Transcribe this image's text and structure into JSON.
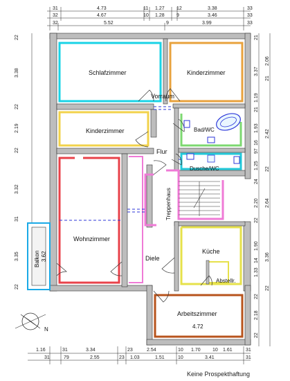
{
  "rooms": {
    "schlafzimmer": "Schlafzimmer",
    "kinderzimmer_1": "Kinderzimmer",
    "vorraum": "Vorraum",
    "kinderzimmer_2": "Kinderzimmer",
    "bad_wc": "Bad/WC",
    "flur": "Flur",
    "dusche_wc": "Dusche/WC",
    "treppenhaus": "Treppenhaus",
    "wohnzimmer": "Wohnzimmer",
    "diele": "Diele",
    "kueche": "Küche",
    "abstellr": "Abstellr.",
    "arbeitszimmer": "Arbeitszimmer",
    "arbeitszimmer_value": "4.72",
    "balkon": "Balkon",
    "balkon_value": "3.62"
  },
  "dims": {
    "top1": [
      "31",
      "4.73",
      "11",
      "1.27",
      "12",
      "3.38",
      "33"
    ],
    "top2": [
      "32",
      "4.67",
      "10",
      "1.28",
      "9",
      "3.46",
      "33"
    ],
    "top3": [
      "32",
      "5.52",
      "9",
      "3.99",
      "33"
    ],
    "left": [
      "22",
      "3.38",
      "22",
      "2.19",
      "22",
      "3.32",
      "31",
      "3.35",
      "22"
    ],
    "right1": [
      "21",
      "2.06",
      "3.37",
      "21",
      "1.19",
      "21",
      "1.93",
      "16",
      "2.42",
      "97",
      "1.25",
      "24",
      "22",
      "2.20",
      "2.64",
      "22",
      "1.90",
      "14",
      "3.36",
      "1.33",
      "22",
      "22",
      "2.18",
      "22"
    ],
    "bottom1": [
      "1.16",
      "31",
      "3.34",
      "23",
      "2.54",
      "10",
      "1.70",
      "10",
      "1.61",
      "31"
    ],
    "bottom2": [
      "31",
      "79",
      "2.55",
      "23",
      "1.03",
      "1.51",
      "10",
      "3.41",
      "31"
    ]
  },
  "compass": "N",
  "disclaimer": "Keine Prospekthaftung",
  "colors": {
    "schlafzimmer": "#19d3e6",
    "kinderzimmer_1": "#e8a23c",
    "kinderzimmer_2": "#f2d24b",
    "wohnzimmer": "#e8424a",
    "kueche": "#e6e14a",
    "arbeitszimmer": "#b7531c",
    "treppenhaus": "#ef7ad6",
    "dusche": "#22c9d9",
    "bad": "#7cd870",
    "wall": "#bdbdbd",
    "dashed": "#2b36d9"
  }
}
